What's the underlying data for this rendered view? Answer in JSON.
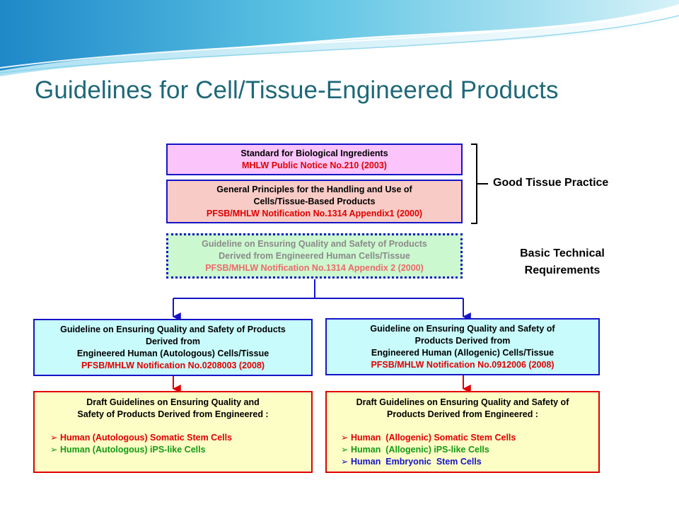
{
  "title": "Guidelines for Cell/Tissue-Engineered Products",
  "box_standard": {
    "line1": "Standard for Biological Ingredients",
    "line2": "MHLW Public Notice No.210 (2003)"
  },
  "box_general": {
    "line1": "General Principles for the Handling and Use of",
    "line2": "Cells/Tissue-Based Products",
    "line3": "PFSB/MHLW Notification No.1314 Appendix1 (2000)"
  },
  "box_guideline_engineered": {
    "line1": "Guideline on Ensuring Quality and Safety of Products",
    "line2": "Derived from Engineered Human Cells/Tissue",
    "line3": "PFSB/MHLW Notification No.1314 Appendix 2 (2000)"
  },
  "label_gtp": "Good Tissue Practice",
  "label_btr": {
    "line1": "Basic Technical",
    "line2": "Requirements"
  },
  "box_autologous": {
    "line1": "Guideline on Ensuring Quality and Safety of Products",
    "line2": "Derived from",
    "line3": "Engineered Human (Autologous) Cells/Tissue",
    "line4": "PFSB/MHLW Notification No.0208003 (2008)"
  },
  "box_allogenic": {
    "line1": "Guideline on Ensuring Quality and Safety of",
    "line2": "Products Derived from",
    "line3": "Engineered Human (Allogenic) Cells/Tissue",
    "line4": "PFSB/MHLW Notification No.0912006 (2008)"
  },
  "draft_autologous": {
    "line1": "Draft Guidelines on Ensuring Quality and",
    "line2": "Safety of Products Derived from Engineered :",
    "items": [
      "Human (Autologous) Somatic Stem Cells",
      "Human (Autologous) iPS-like Cells"
    ]
  },
  "draft_allogenic": {
    "line1": "Draft Guidelines on Ensuring Quality and Safety of",
    "line2": "Products Derived from Engineered :",
    "items": [
      "Human  (Allogenic) Somatic Stem Cells",
      "Human  (Allogenic) iPS-like Cells",
      "Human  Embryonic  Stem Cells"
    ]
  },
  "bullet_symbol": "➢",
  "colors": {
    "title": "#1d6878",
    "pink_fill": "#fbc4fb",
    "salmon_fill": "#f8cbc6",
    "mint_fill": "#ccf8cf",
    "cyan_fill": "#c8fbfc",
    "cream_fill": "#fdfdc6",
    "blue_border": "#1414c8",
    "red_border": "#e00000",
    "red_text": "#e00000",
    "green_text": "#149a14",
    "blue_text": "#1414c8"
  }
}
